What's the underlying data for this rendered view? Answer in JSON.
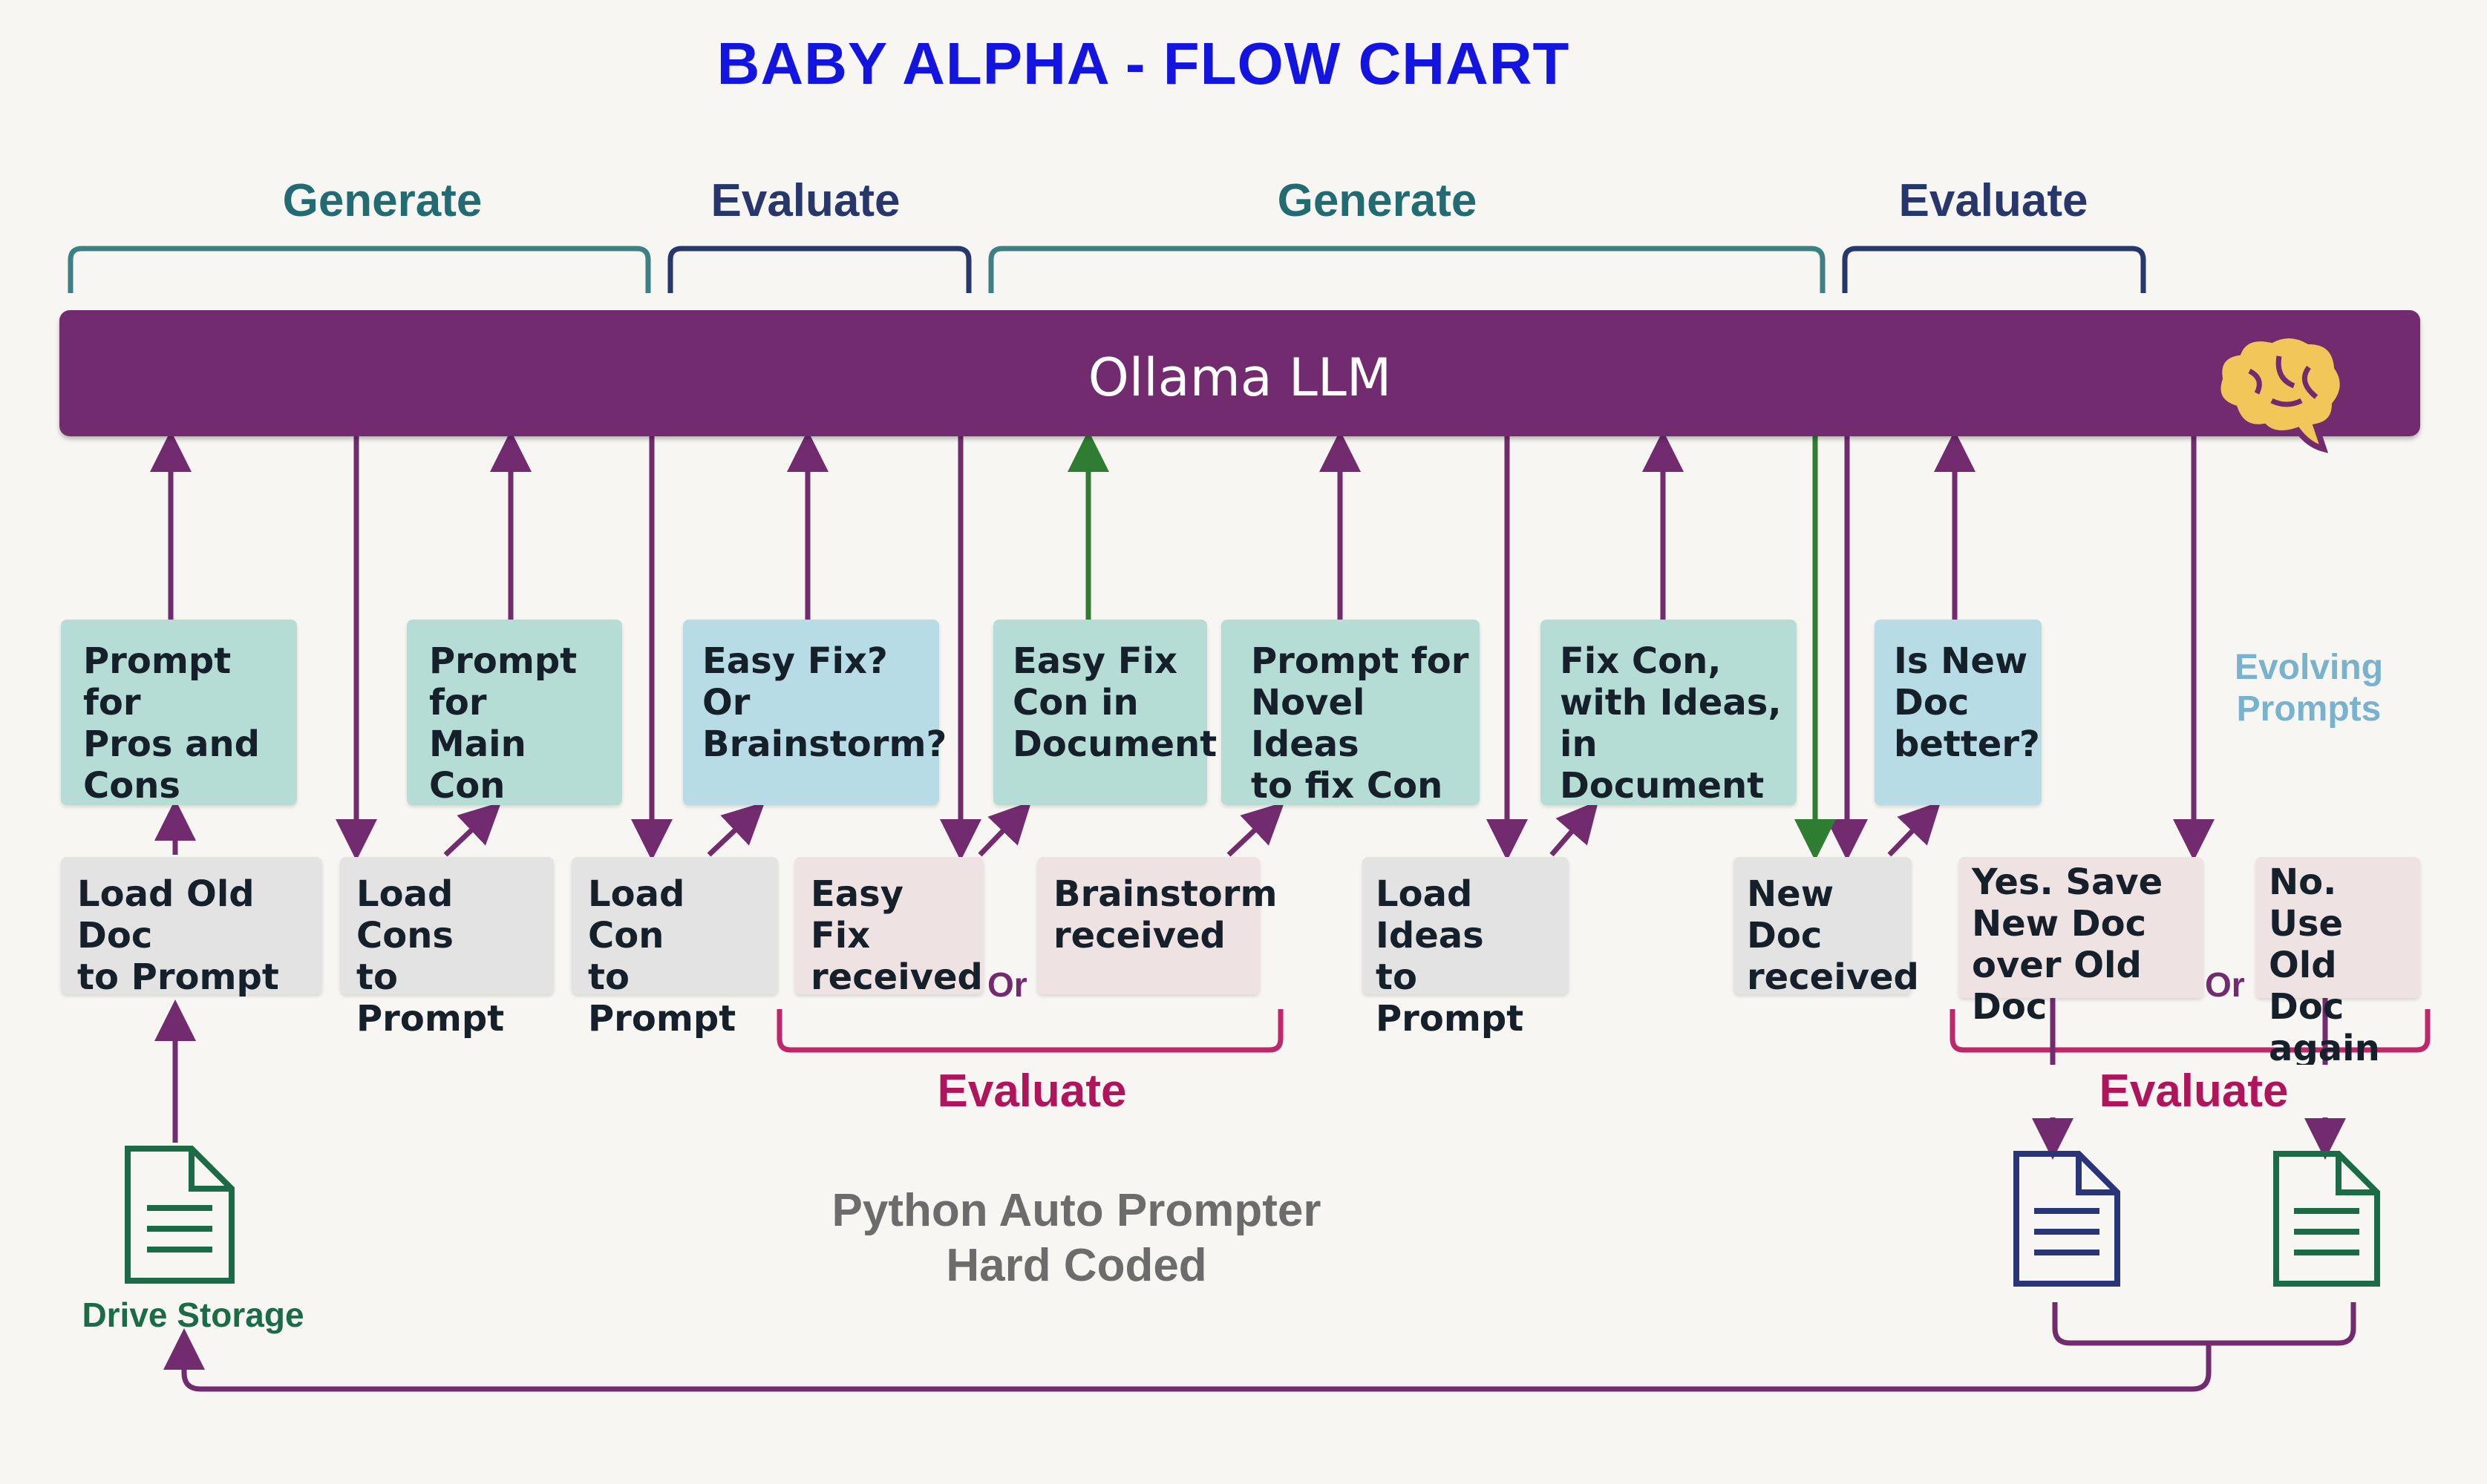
{
  "title": "BABY ALPHA - FLOW CHART",
  "top_groups": [
    "Generate",
    "Evaluate",
    "Generate",
    "Evaluate"
  ],
  "llm": {
    "label": "Ollama LLM",
    "icon": "brain-icon"
  },
  "prompt_boxes": [
    "Prompt for\nPros and\nCons",
    "Prompt for\nMain Con",
    "Easy Fix? Or\nBrainstorm?",
    "Easy Fix\nCon in\nDocument",
    "Prompt for\nNovel Ideas\nto fix Con",
    "Fix Con,\nwith Ideas,\nin Document",
    "Is New\nDoc\nbetter?"
  ],
  "action_boxes": [
    "Load Old Doc\nto Prompt",
    "Load Cons\nto Prompt",
    "Load Con\nto Prompt",
    "Easy Fix\nreceived",
    "Brainstorm\nreceived",
    "Load Ideas\nto Prompt",
    "New Doc\nreceived",
    "Yes. Save\nNew Doc\nover Old Doc",
    "No. Use\nOld Doc\nagain"
  ],
  "or_labels": [
    "Or",
    "Or"
  ],
  "bottom_groups": [
    "Evaluate",
    "Evaluate"
  ],
  "evolving": "Evolving\nPrompts",
  "python": {
    "line1": "Python Auto Prompter",
    "line2": "Hard Coded"
  },
  "drive": "Drive Storage",
  "colors": {
    "llm": "#722b6e",
    "arrow": "#722b6e",
    "green_arrow": "#2f7d32",
    "teal": "#236b72",
    "navy": "#27366b",
    "magenta": "#b0155c",
    "title": "#1414e0"
  }
}
